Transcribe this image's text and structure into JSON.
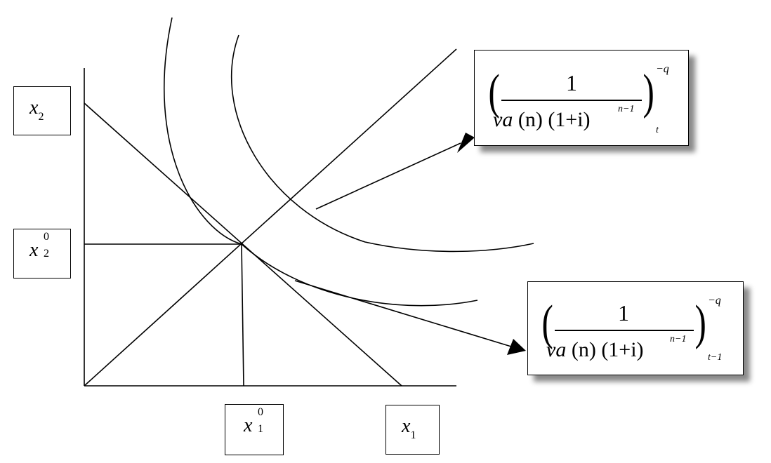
{
  "axis_labels": {
    "x2": {
      "symbol": "x",
      "sub": "2"
    },
    "x2_0": {
      "symbol": "x",
      "sub": "2",
      "sup": "0"
    },
    "x1_0": {
      "symbol": "x",
      "sub": "1",
      "sup": "0"
    },
    "x1": {
      "symbol": "x",
      "sub": "1"
    }
  },
  "formula_top": {
    "numerator": "1",
    "den_va": "va",
    "den_n": "(n)",
    "den_base": "(1+i)",
    "den_exp": "n−1",
    "outer_exp": "−q",
    "subscript": "t"
  },
  "formula_bottom": {
    "numerator": "1",
    "den_va": "va",
    "den_n": "(n)",
    "den_base": "(1+i)",
    "den_exp": "n−1",
    "outer_exp": "−q",
    "subscript": "t−1"
  }
}
